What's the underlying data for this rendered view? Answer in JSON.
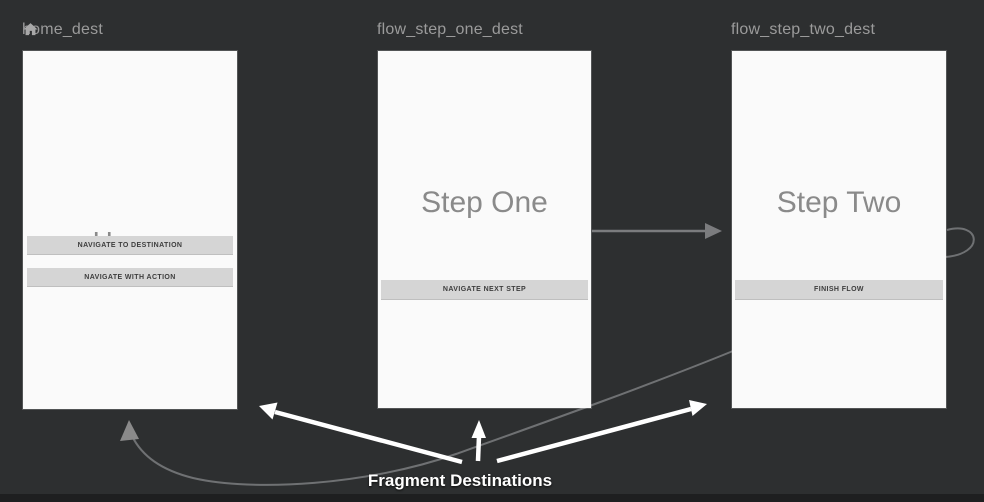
{
  "editor": {
    "background": "#2d2f30",
    "bottom_bar_color": "#1e1f20"
  },
  "destinations": [
    {
      "id": "home_dest",
      "icon": "home-icon",
      "screen_title": "Home",
      "buttons": [
        "NAVIGATE TO DESTINATION",
        "NAVIGATE WITH ACTION"
      ]
    },
    {
      "id": "flow_step_one_dest",
      "screen_title": "Step One",
      "buttons": [
        "NAVIGATE NEXT STEP"
      ]
    },
    {
      "id": "flow_step_two_dest",
      "screen_title": "Step Two",
      "buttons": [
        "FINISH FLOW"
      ]
    }
  ],
  "connections": [
    {
      "from": "flow_step_one_dest",
      "to": "flow_step_two_dest",
      "type": "action-arrow"
    },
    {
      "from": "flow_step_two_dest",
      "to": "home_dest",
      "type": "action-arrow-loop"
    }
  ],
  "annotation": {
    "label": "Fragment Destinations",
    "color": "#ffffff"
  },
  "colors": {
    "card_bg": "#fafafa",
    "card_title": "#8a8a8a",
    "button_bg": "#d5d5d5",
    "button_text": "#3d3d3d",
    "dest_label": "#9b9b9b",
    "connection_gray": "#747678"
  }
}
